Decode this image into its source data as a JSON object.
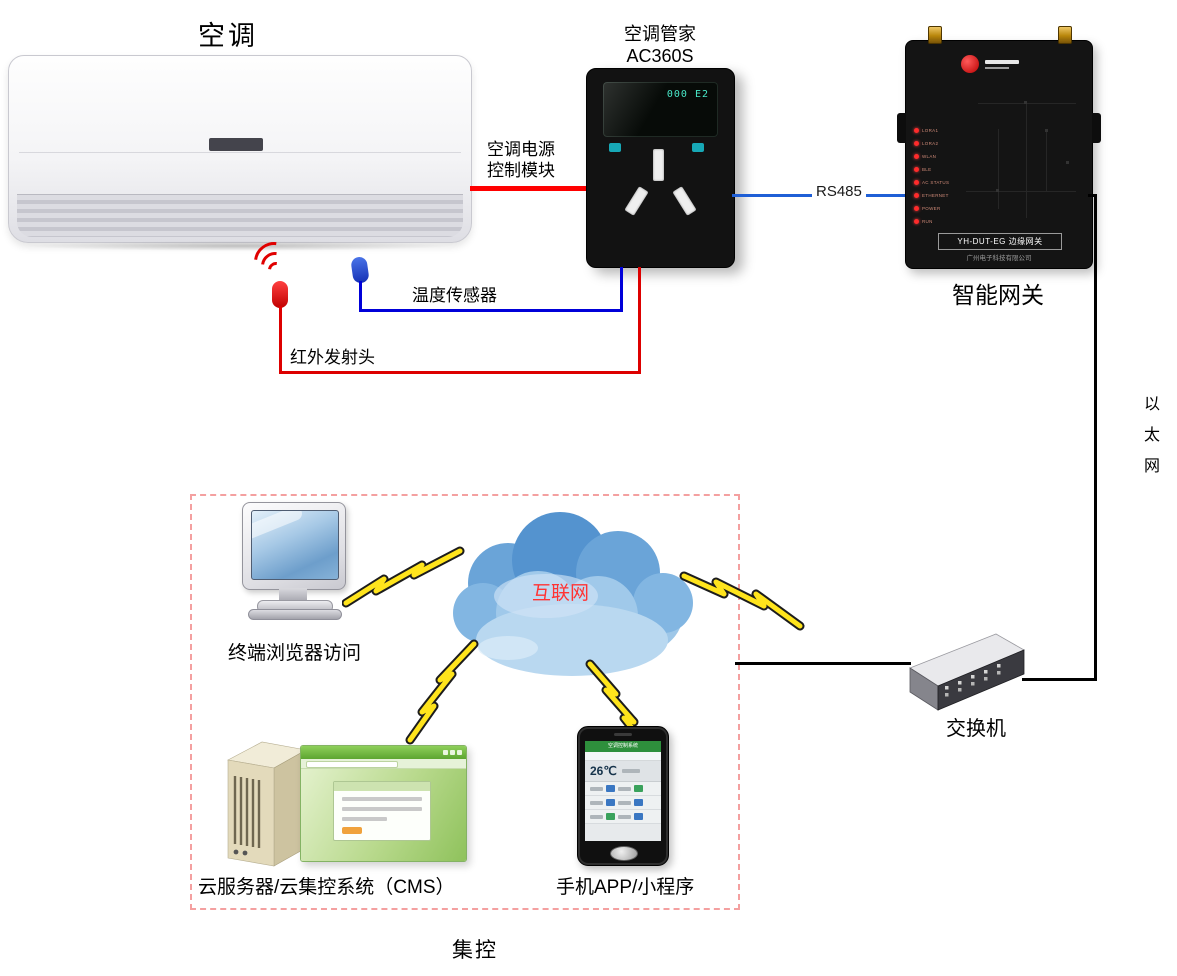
{
  "labels": {
    "ac": "空调",
    "ac_manager_1": "空调管家",
    "ac_manager_2": "AC360S",
    "power_module_1": "空调电源",
    "power_module_2": "控制模块",
    "rs485": "RS485",
    "gateway": "智能网关",
    "eth_1": "以",
    "eth_2": "太",
    "eth_3": "网",
    "temp_sensor": "温度传感器",
    "ir_emitter": "红外发射头",
    "terminal": "终端浏览器访问",
    "internet": "互联网",
    "cms": "云服务器/云集控系统（CMS）",
    "mobile": "手机APP/小程序",
    "switch": "交换机",
    "cluster": "集控"
  },
  "socket": {
    "display_text": "000 E2"
  },
  "gateway": {
    "model": "YH-DUT-EG 边缘网关",
    "company": "广州电子科技有限公司",
    "leds": [
      "LORA1",
      "LORA2",
      "WLAN",
      "BLE",
      "AC STATUS",
      "ETHERNET",
      "POWER",
      "RUN"
    ]
  },
  "phone": {
    "header": "空调控制系统",
    "temp": "26℃"
  },
  "colors": {
    "power_wire": "#ff0000",
    "rs485_wire": "#1f5fd6",
    "sensor_wire": "#0000d9",
    "ir_wire": "#dd0000",
    "eth_wire": "#000000",
    "internet_text": "#ff3333",
    "cluster_border": "#f4a0a0",
    "bolt": "#ffe41c"
  }
}
